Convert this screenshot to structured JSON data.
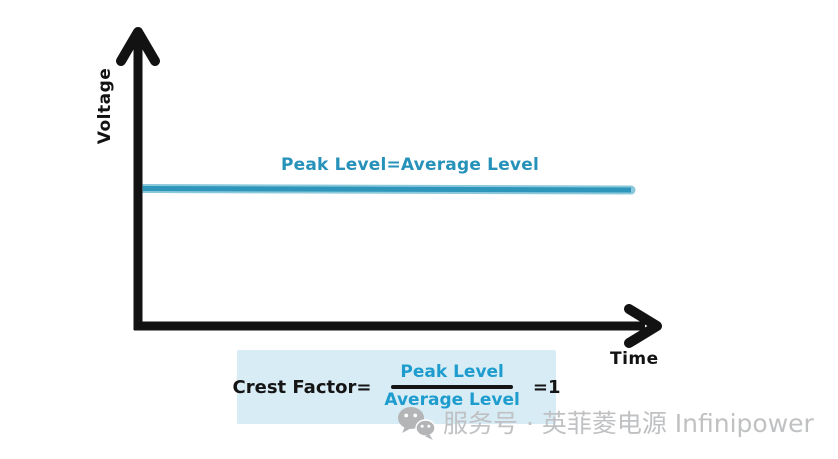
{
  "chart": {
    "y_axis_label": "Voltage",
    "x_axis_label": "Time",
    "line_label": "Peak Level=Average Level"
  },
  "formula": {
    "prefix": "Crest Factor=",
    "numerator": "Peak Level",
    "denominator": "Average Level",
    "result": "=1"
  },
  "watermark": {
    "icon": "wechat-icon",
    "text": "服务号 · 英菲菱电源 Infinipower"
  },
  "colors": {
    "signal_teal": "#2e96ba",
    "signal_halo": "#8ac8dc",
    "annotation_teal": "#2691b9",
    "formula_text_blue": "#1d9ccd",
    "formula_box_bg": "#d8ecf6",
    "axis_black": "#121212",
    "watermark_gray": "#bfc1c3"
  },
  "chart_data": {
    "type": "line",
    "title": "",
    "xlabel": "Time",
    "ylabel": "Voltage",
    "x_tick_labels": [],
    "y_tick_labels": [],
    "grid": false,
    "legend_position": "none",
    "series": [
      {
        "name": "Peak Level=Average Level",
        "description": "Constant (DC) voltage level over time; the peak level equals the average level",
        "x_normalized": [
          0.0,
          1.0
        ],
        "y_normalized": [
          0.47,
          0.47
        ]
      }
    ],
    "annotations": [
      "Peak Level=Average Level",
      "Crest Factor= Peak Level / Average Level =1"
    ]
  }
}
